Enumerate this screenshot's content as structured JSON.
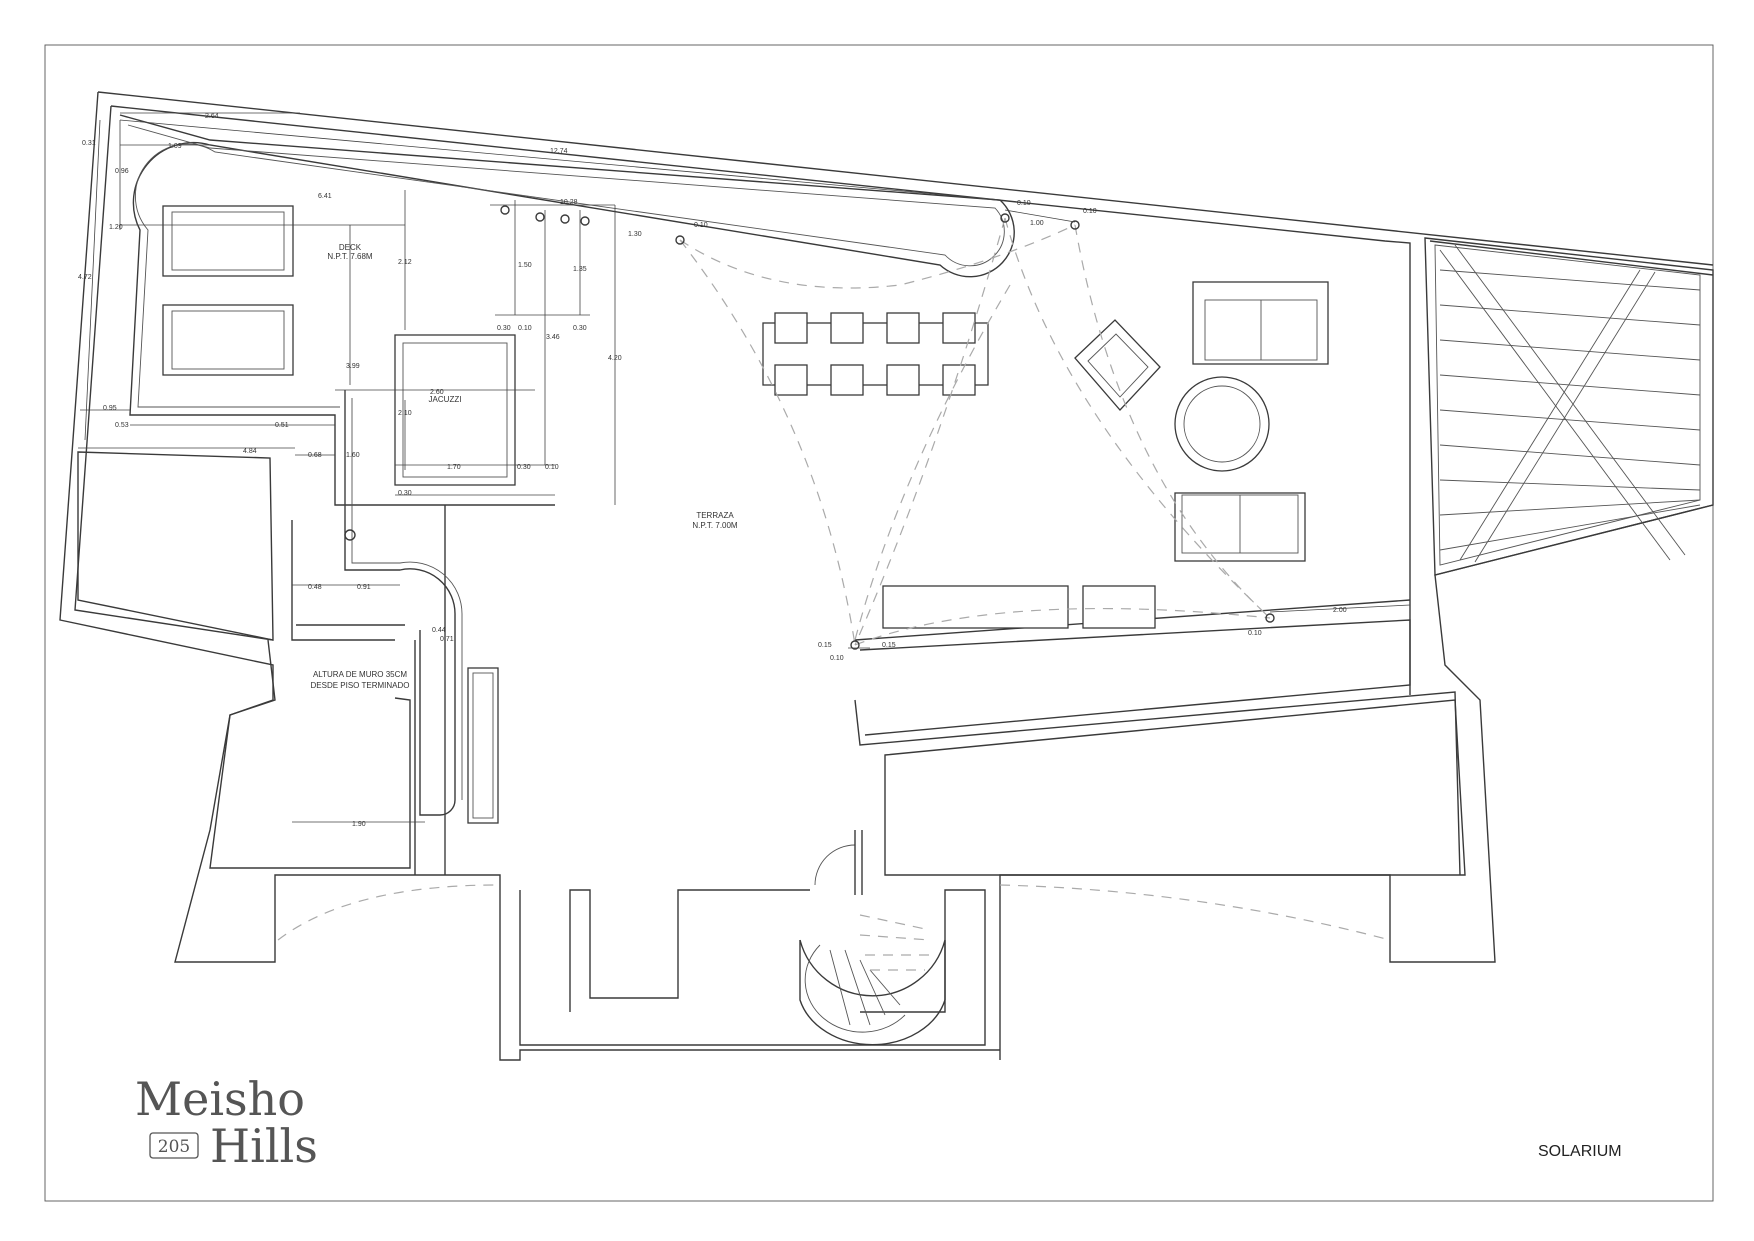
{
  "sheet": {
    "title": "SOLARIUM"
  },
  "logo": {
    "line1": "Meisho",
    "line2": "Hills",
    "number": "205"
  },
  "labels": {
    "deck": "DECK",
    "deck_level": "N.P.T. 7.68M",
    "jacuzzi": "JACUZZI",
    "terrace": "TERRAZA",
    "terrace_level": "N.P.T. 7.00M",
    "wall_note_1": "ALTURA DE MURO 35CM",
    "wall_note_2": "DESDE PISO TERMINADO"
  },
  "dimensions": {
    "d_264": "2.64",
    "d_1274": "12.74",
    "d_031": "0.31",
    "d_109": "1.09",
    "d_096": "0.96",
    "d_641": "6.41",
    "d_1028": "10.28",
    "d_010a": "0.10",
    "d_010b": "0.10",
    "d_100": "1.00",
    "d_010c": "0.10",
    "d_130": "1.30",
    "d_150": "1.50",
    "d_135": "1.35",
    "d_120": "1.20",
    "d_212": "2.12",
    "d_472": "4.72",
    "d_346": "3.46",
    "d_030a": "0.30",
    "d_010d": "0.10",
    "d_030b": "0.30",
    "d_420": "4.20",
    "d_399": "3.99",
    "d_260": "2.60",
    "d_210": "2.10",
    "d_095": "0.95",
    "d_053": "0.53",
    "d_051": "0.51",
    "d_484": "4.84",
    "d_068": "0.68",
    "d_160": "1.60",
    "d_170": "1.70",
    "d_030c": "0.30",
    "d_010e": "0.10",
    "d_030d": "0.30",
    "d_048": "0.48",
    "d_091": "0.91",
    "d_044": "0.44",
    "d_071": "0.71",
    "d_190": "1.90",
    "d_015a": "0.15",
    "d_015b": "0.15",
    "d_010f": "0.10",
    "d_200": "2.00",
    "d_010g": "0.10"
  }
}
